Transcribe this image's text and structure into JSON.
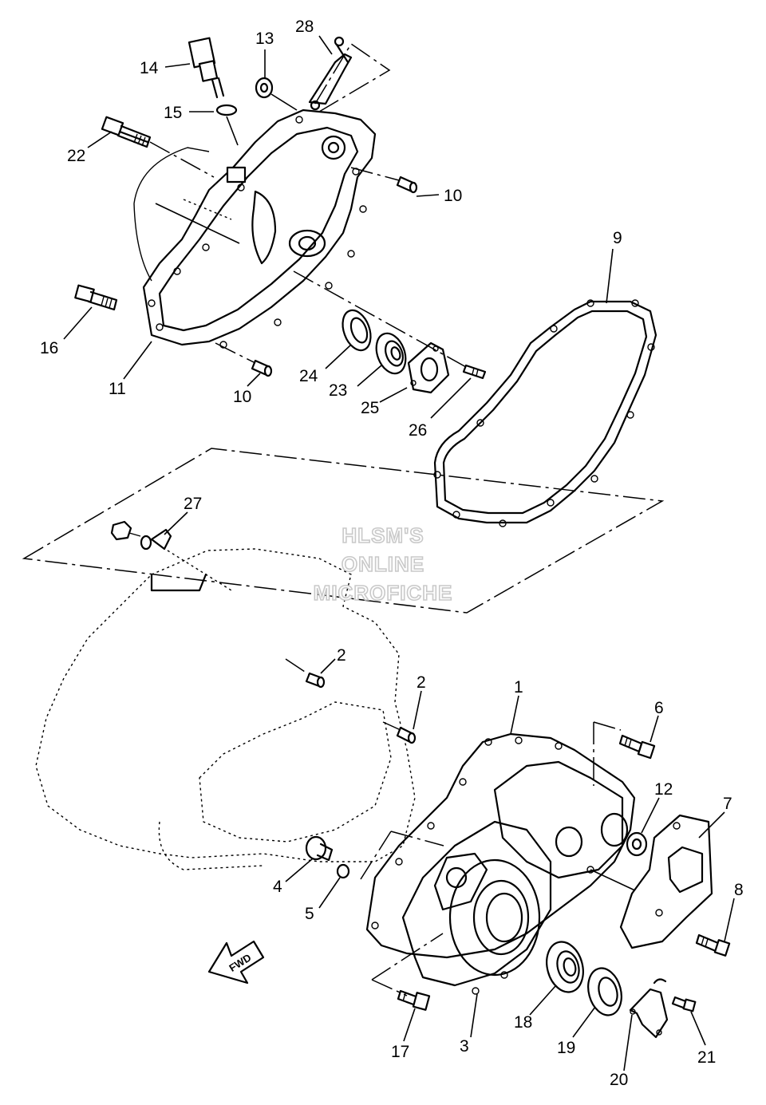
{
  "watermark": {
    "line1": "HLSM'S",
    "line2": "ONLINE",
    "line3": "MICROFICHE"
  },
  "fwd_label": "FWD",
  "callouts": {
    "c1": "1",
    "c2a": "2",
    "c2b": "2",
    "c3": "3",
    "c4": "4",
    "c5": "5",
    "c6": "6",
    "c7": "7",
    "c8": "8",
    "c9": "9",
    "c10a": "10",
    "c10b": "10",
    "c11": "11",
    "c12": "12",
    "c13": "13",
    "c14": "14",
    "c15": "15",
    "c16": "16",
    "c17": "17",
    "c18": "18",
    "c19": "19",
    "c20": "20",
    "c21": "21",
    "c22": "22",
    "c23": "23",
    "c24": "24",
    "c25": "25",
    "c26": "26",
    "c27": "27",
    "c28": "28"
  }
}
